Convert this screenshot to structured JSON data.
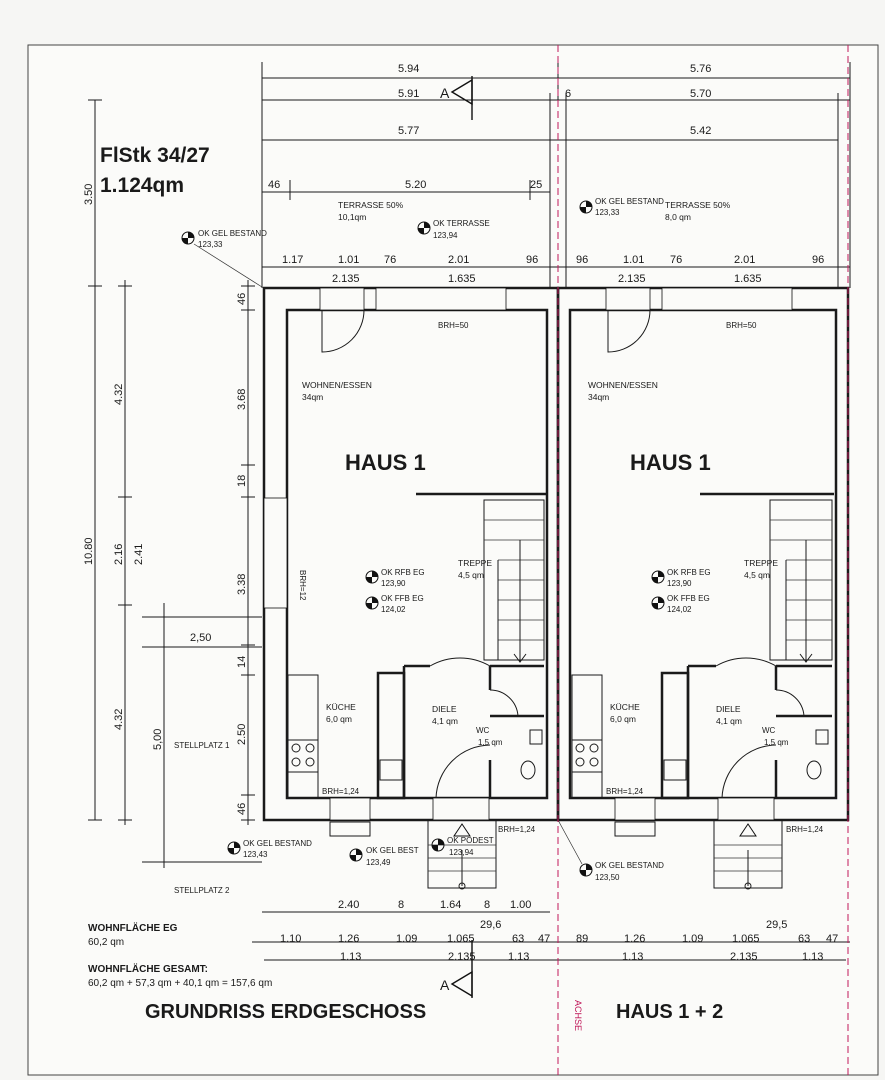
{
  "plot": {
    "id": "FlStk 34/27",
    "area": "1.124qm"
  },
  "top_dims": {
    "row1": [
      "5.94",
      "5.76"
    ],
    "row2": [
      "5.91",
      "6",
      "5.70"
    ],
    "row3": [
      "5.77",
      "5.42"
    ],
    "row4": [
      "46",
      "5.20",
      "25"
    ],
    "row5": [
      "1.17",
      "1.01",
      "76",
      "2.01",
      "96",
      "96",
      "1.01",
      "76",
      "2.01",
      "96"
    ],
    "row6": [
      "2.135",
      "1.635",
      "2.135",
      "1.635"
    ]
  },
  "section_marker": "A",
  "terrace_left": {
    "label": "TERRASSE 50%",
    "area": "10,1qm"
  },
  "terrace_right": {
    "label": "TERRASSE 50%",
    "area": "8,0 qm"
  },
  "levels": {
    "gel_bestand_label": "OK GEL BESTAND",
    "left_top": "123,33",
    "right_top": "123,33",
    "terrasse_label": "OK TERRASSE",
    "terrasse": "123,94",
    "left_bottom": "123,43",
    "gel_best_label": "OK GEL BEST",
    "gel_best": "123,49",
    "podest_label": "OK PODEST",
    "podest": "123,94",
    "right_bottom": "123,50",
    "rfb_label": "OK RFB EG",
    "rfb": "123,90",
    "ffb_label": "OK FFB EG",
    "ffb": "124,02"
  },
  "house": {
    "name": "HAUS 1",
    "brh_top": "BRH=50",
    "brh_side": "BRH=12",
    "brh_bottom": "BRH=1,24",
    "rooms": {
      "living": {
        "label": "WOHNEN/ESSEN",
        "area": "34qm"
      },
      "stairs": {
        "label": "TREPPE",
        "area": "4,5 qm"
      },
      "kitchen": {
        "label": "KÜCHE",
        "area": "6,0 qm"
      },
      "hall": {
        "label": "DIELE",
        "area": "4,1 qm"
      },
      "wc": {
        "label": "WC",
        "area": "1,5 qm"
      }
    }
  },
  "left_dims": {
    "outer": "3.50",
    "total": "10.80",
    "mid": [
      "4.32",
      "2.16",
      "4.32"
    ],
    "b": "2.41",
    "inner": [
      "46",
      "3.68",
      "18",
      "3.38",
      "14",
      "2.50",
      "46"
    ],
    "parking_depth": "5,00",
    "parking_width": "2,50"
  },
  "parking": {
    "p1": "STELLPLATZ 1",
    "p2": "STELLPLATZ 2"
  },
  "bottom_dims": {
    "row1": [
      "2.40",
      "8",
      "1.64",
      "8",
      "1.00"
    ],
    "row2": [
      "1.10",
      "1.26",
      "1.09",
      "1.065",
      "63",
      "47",
      "89",
      "1.26",
      "1.09",
      "1.065",
      "63",
      "47"
    ],
    "row3": [
      "1.13",
      "2.135",
      "1.13",
      "1.13",
      "2.135",
      "1.13"
    ],
    "gap_left": "29,6",
    "gap_right": "29,5"
  },
  "area_info": {
    "eg_label": "WOHNFLÄCHE EG",
    "eg_value": "60,2 qm",
    "total_label": "WOHNFLÄCHE GESAMT:",
    "total_value": "60,2 qm + 57,3 qm + 40,1 qm = 157,6 qm"
  },
  "footer": {
    "title": "GRUNDRISS ERDGESCHOSS",
    "axis": "ACHSE",
    "houses": "HAUS 1 + 2"
  }
}
